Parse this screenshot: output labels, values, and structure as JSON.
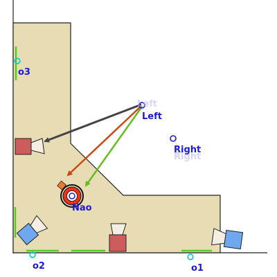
{
  "colors": {
    "room_fill": "#e8dcb5",
    "wall": "#222222",
    "speaker_red": "#cd5c5c",
    "speaker_blue": "#6fa8f0",
    "marker": "#1a1ad6",
    "origin_ring": "#00cccc",
    "green_segment": "#55cc22",
    "arrow_gray": "#444444",
    "arrow_orange": "#c84a10",
    "arrow_green": "#66bb22",
    "robot_red": "#e8331a",
    "robot_orange": "#f07a2a"
  },
  "labels": {
    "left": "Left",
    "right": "Right",
    "right_ghost": "Right",
    "left_ghost": "Left",
    "nao": "Nao",
    "o1": "o1",
    "o2": "o2",
    "o3": "o3"
  }
}
